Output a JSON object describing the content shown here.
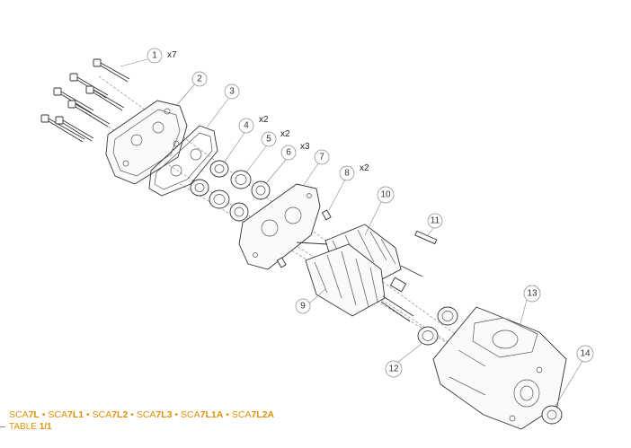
{
  "callouts": [
    {
      "num": "1",
      "qty": "x7"
    },
    {
      "num": "2",
      "qty": ""
    },
    {
      "num": "3",
      "qty": ""
    },
    {
      "num": "4",
      "qty": "x2"
    },
    {
      "num": "5",
      "qty": "x2"
    },
    {
      "num": "6",
      "qty": "x3"
    },
    {
      "num": "7",
      "qty": ""
    },
    {
      "num": "8",
      "qty": "x2"
    },
    {
      "num": "9",
      "qty": ""
    },
    {
      "num": "10",
      "qty": ""
    },
    {
      "num": "11",
      "qty": ""
    },
    {
      "num": "12",
      "qty": ""
    },
    {
      "num": "13",
      "qty": ""
    },
    {
      "num": "14",
      "qty": ""
    }
  ],
  "footer": {
    "models": [
      {
        "prefix": "SCA",
        "suffix": "7L"
      },
      {
        "prefix": "SCA",
        "suffix": "7L1"
      },
      {
        "prefix": "SCA",
        "suffix": "7L2"
      },
      {
        "prefix": "SCA",
        "suffix": "7L3"
      },
      {
        "prefix": "SCA",
        "suffix": "7L1A"
      },
      {
        "prefix": "SCA",
        "suffix": "7L2A"
      }
    ],
    "separator": "•",
    "table_label": "TABLE",
    "table_value": "1/1"
  },
  "colors": {
    "accent": "#e0900a",
    "line": "#333333"
  }
}
